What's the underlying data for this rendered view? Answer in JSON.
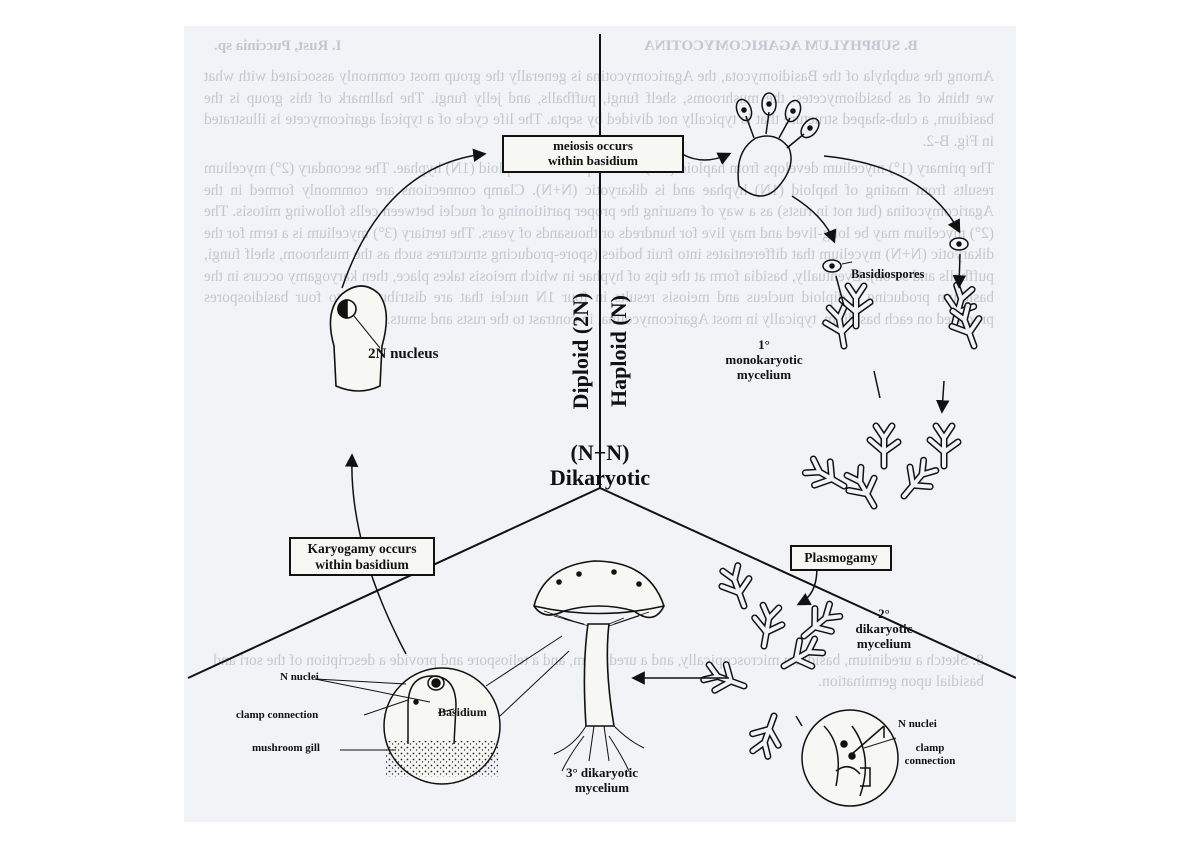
{
  "background": {
    "header_left": "I. Rust, Puccinia sp.",
    "header_right": "B. SUBPHYLUM AGARICOMYCOTINA",
    "paragraphs": [
      "Among the subphyla of the Basidiomycota, the Agaricomycotina is generally the group most commonly associated with what we think of as basidiomycetes: the mushrooms, shelf fungi, puffballs, and jelly fungi. The hallmark of this group is the basidium, a club-shaped structure that is typically not divided by septa. The life cycle of a typical agaricomycete is illustrated in Fig. B-2.",
      "The primary (1°) mycelium develops from haploid (1N) basidiospores into haploid (1N) hyphae. The secondary (2°) mycelium results from mating of haploid (1N) hyphae and is dikaryotic (N+N). Clamp connections are commonly formed in the Agaricomycotina (but not in rusts) as a way of ensuring the proper partitioning of nuclei between cells following mitosis. The (2°) mycelium may be long-lived and may live for hundreds or thousands of years. The tertiary (3°) mycelium is a term for the dikaryotic (N+N) mycelium that differentiates into fruit bodies (spore-producing structures such as the mushroom, shelf fungi, puffballs and so on). Eventually, basidia form at the tips of hyphae in which meiosis takes place, then karyogamy occurs in the basidium producing a diploid nucleus and meiosis results in four 1N nuclei that are distributed into four basidiospores produced on each basidium, typically in most Agaricomycotina, in contrast to the rusts and smuts."
    ],
    "bottom": "8. Sketch a uredinium, basidium microscopically, and a uredinium, and a teliospore and provide a description of the sori and basidial upon germination."
  },
  "diagram": {
    "meiosis_label": [
      "meiosis occurs",
      "within  basidium"
    ],
    "basidiospores_label": "Basidiospores",
    "monokaryotic_label": [
      "1°",
      "monokaryotic",
      "mycelium"
    ],
    "nucleus_2n_label": "2N nucleus",
    "diploid_label": "Diploid (2N)",
    "haploid_label": "Haploid (N)",
    "dikaryotic_label": [
      "(N+N)",
      "Dikaryotic"
    ],
    "karyogamy_label": [
      "Karyogamy occurs",
      "within basidium"
    ],
    "plasmogamy_label": "Plasmogamy",
    "secondary_mycelium_label": [
      "2°",
      "dikaryotic",
      "mycelium"
    ],
    "tertiary_mycelium_label": [
      "3° dikaryotic",
      "mycelium"
    ],
    "n_nuclei_label_left": "N nuclei",
    "clamp_connection_label_left": "clamp connection",
    "mushroom_gill_label": "mushroom gill",
    "basidium_label": "Basidium",
    "n_nuclei_label_right": "N nuclei",
    "clamp_connection_label_right": [
      "clamp",
      "connection"
    ]
  }
}
